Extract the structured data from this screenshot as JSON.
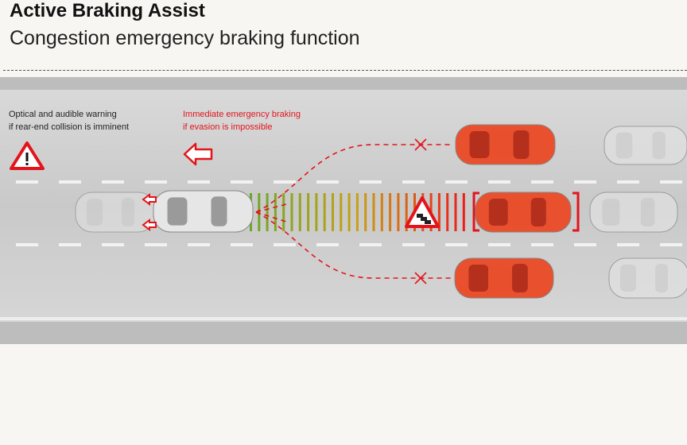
{
  "header": {
    "title": "Active Braking Assist",
    "subtitle": "Congestion emergency braking function"
  },
  "annotations": {
    "warning_line1": "Optical and audible warning",
    "warning_line2": "if rear-end collision is imminent",
    "braking_line1": "Immediate emergency braking",
    "braking_line2": "if evasion is impossible"
  },
  "colors": {
    "accent_red": "#e3141b",
    "target_car": "#e8502e",
    "ego_car": "#e6e6e6",
    "road": "#cfcfcf",
    "stripe_start": "#6aa82a",
    "stripe_end": "#ee1c1c"
  },
  "icons": [
    "warning-triangle-icon",
    "rear-arrow-icon",
    "traffic-jam-sign-icon",
    "blocked-x-icon"
  ]
}
